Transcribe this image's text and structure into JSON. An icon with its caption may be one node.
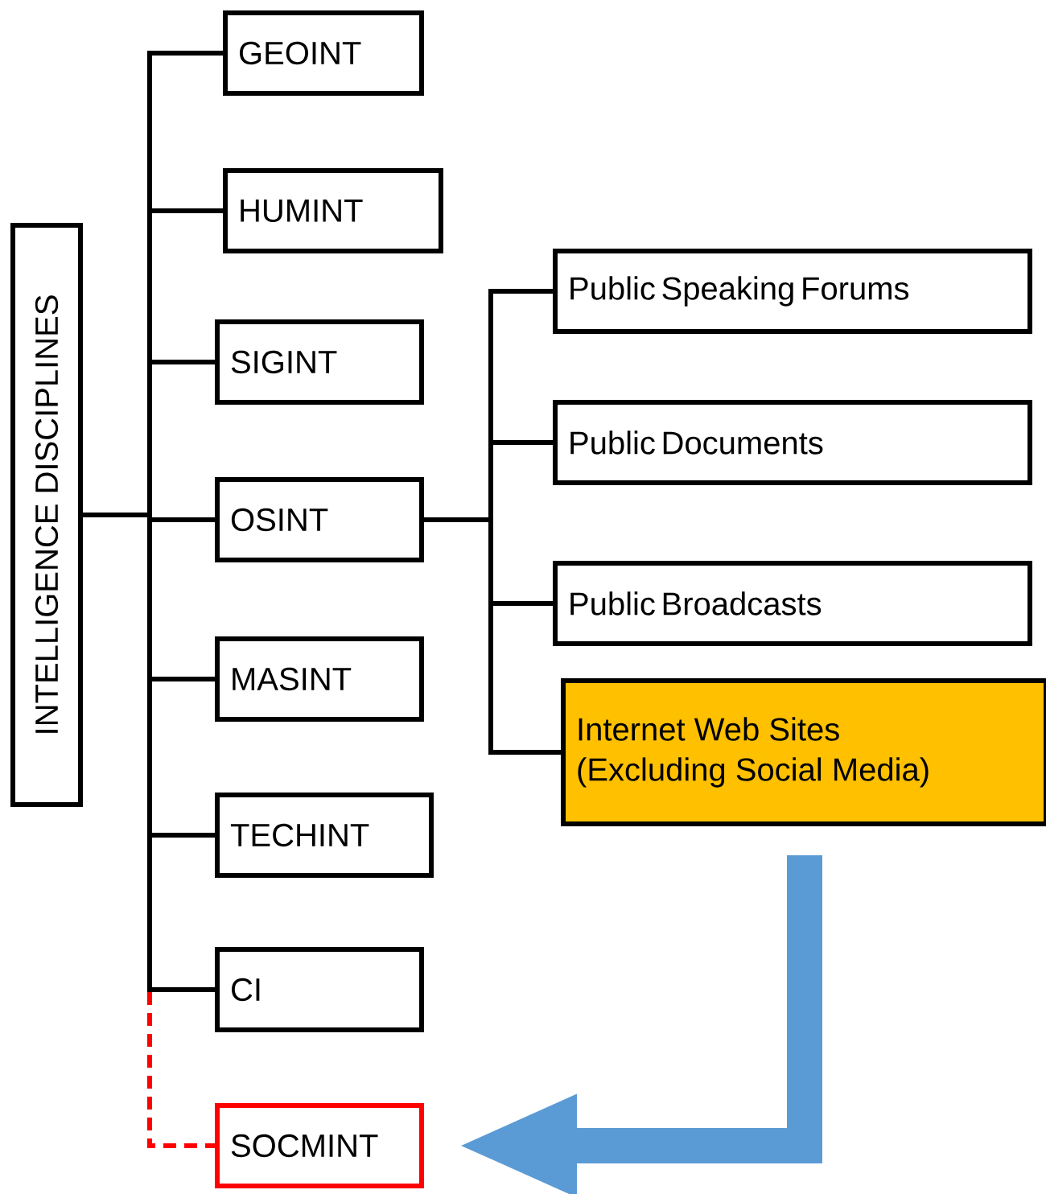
{
  "diagram": {
    "nodes": [
      {
        "text": [
          "INTELLIGENCE DISCIPLINES"
        ]
      },
      {
        "text": [
          "GEOINT"
        ]
      },
      {
        "text": [
          "HUMINT"
        ]
      },
      {
        "text": [
          "SIGINT"
        ]
      },
      {
        "text": [
          "OSINT"
        ]
      },
      {
        "text": [
          "MASINT"
        ]
      },
      {
        "text": [
          "TECHINT"
        ]
      },
      {
        "text": [
          "CI"
        ]
      },
      {
        "text": [
          "SOCMINT"
        ]
      },
      {
        "text": [
          "Public Speaking Forums"
        ]
      },
      {
        "text": [
          "Public Documents"
        ]
      },
      {
        "text": [
          "Public Broadcasts"
        ]
      },
      {
        "text": [
          "Internet Web Sites (Excluding Social Media)"
        ]
      }
    ],
    "edges": [
      {
        "from": 0,
        "to": 1,
        "arrow": "none"
      },
      {
        "from": 0,
        "to": 2,
        "arrow": "none"
      },
      {
        "from": 0,
        "to": 3,
        "arrow": "none"
      },
      {
        "from": 0,
        "to": 4,
        "arrow": "none"
      },
      {
        "from": 0,
        "to": 5,
        "arrow": "none"
      },
      {
        "from": 0,
        "to": 6,
        "arrow": "none"
      },
      {
        "from": 0,
        "to": 7,
        "arrow": "none"
      },
      {
        "from": 0,
        "to": 8,
        "arrow": "none",
        "style": "dashed",
        "color": "#ff0000"
      },
      {
        "from": 4,
        "to": 9,
        "arrow": "none"
      },
      {
        "from": 4,
        "to": 10,
        "arrow": "none"
      },
      {
        "from": 4,
        "to": 11,
        "arrow": "none"
      },
      {
        "from": 4,
        "to": 12,
        "arrow": "none"
      },
      {
        "from": 12,
        "to": 8,
        "arrow": "to",
        "style": "thick",
        "color": "#5b9bd5"
      }
    ]
  }
}
